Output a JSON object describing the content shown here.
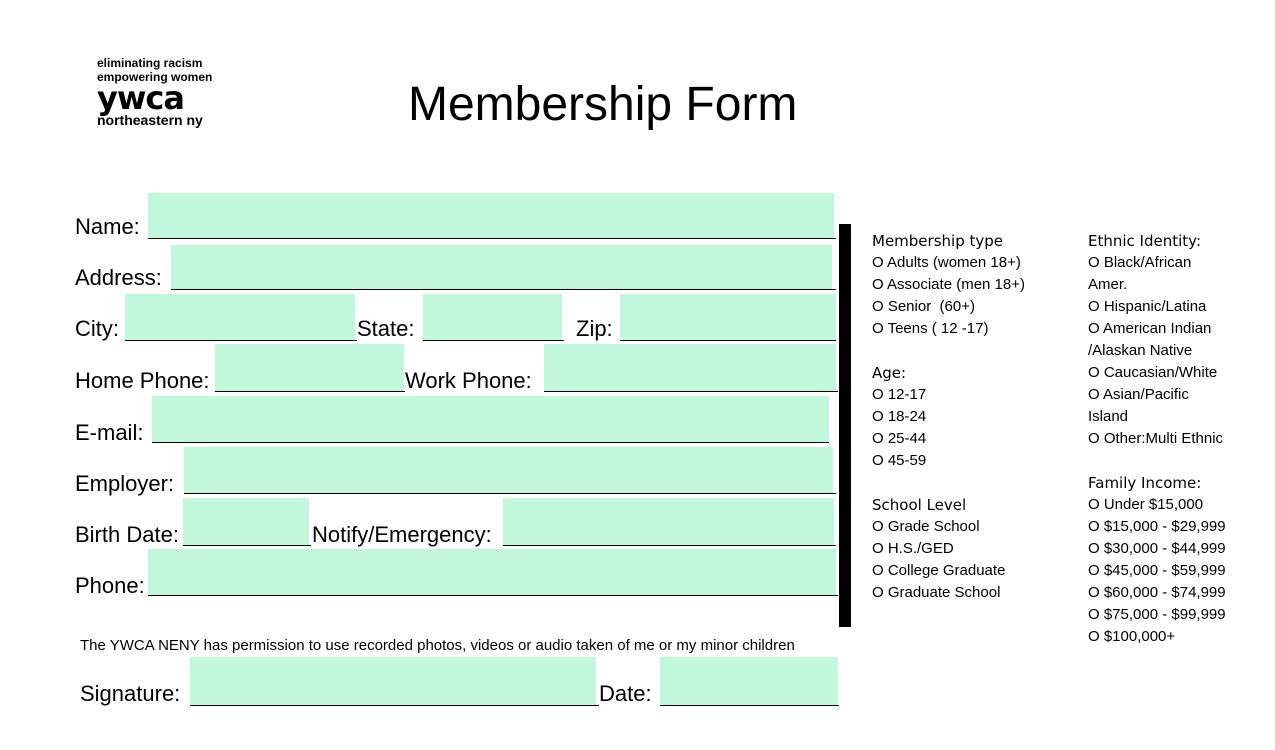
{
  "logo": {
    "tagline_1": "eliminating racism",
    "tagline_2": "empowering women",
    "brand": "ywca",
    "region": "northeastern ny"
  },
  "title": "Membership Form",
  "fields": {
    "name": {
      "label": "Name:",
      "value": ""
    },
    "address": {
      "label": "Address:",
      "value": ""
    },
    "city": {
      "label": "City:",
      "value": ""
    },
    "state": {
      "label": "State:",
      "value": ""
    },
    "zip": {
      "label": "Zip:",
      "value": ""
    },
    "home_phone": {
      "label": "Home Phone:",
      "value": ""
    },
    "work_phone": {
      "label": "Work Phone:",
      "value": ""
    },
    "email": {
      "label": "E-mail:",
      "value": ""
    },
    "employer": {
      "label": "Employer:",
      "value": ""
    },
    "birth_date": {
      "label": "Birth Date:",
      "value": ""
    },
    "notify": {
      "label": "Notify/Emergency:",
      "value": ""
    },
    "phone": {
      "label": "Phone:",
      "value": ""
    },
    "signature": {
      "label": "Signature:",
      "value": ""
    },
    "date": {
      "label": "Date:",
      "value": ""
    }
  },
  "permission_text": "The YWCA NENY has permission to use recorded photos, videos or audio taken of me or my minor children",
  "membership": {
    "heading": "Membership type",
    "options": [
      "O Adults (women 18+)",
      "O Associate (men 18+)",
      "O Senior  (60+)",
      "O Teens ( 12 -17)"
    ]
  },
  "age": {
    "heading": "Age:",
    "options": [
      "O 12-17",
      "O 18-24",
      "O 25-44",
      "O 45-59"
    ]
  },
  "school": {
    "heading": "School Level",
    "options": [
      "O Grade School",
      "O H.S./GED",
      "O College Graduate",
      "O Graduate School"
    ]
  },
  "ethnic": {
    "heading": "Ethnic Identity:",
    "options": [
      "O Black/African",
      "Amer.",
      "O Hispanic/Latina",
      "O American Indian",
      "/Alaskan Native",
      "O Caucasian/White",
      "O Asian/Pacific",
      "Island",
      "O Other:Multi Ethnic"
    ]
  },
  "income": {
    "heading": "Family Income:",
    "options": [
      "O Under $15,000",
      "O $15,000 - $29,999",
      "O $30,000 - $44,999",
      "O $45,000 - $59,999",
      "O $60,000 - $74,999",
      "O $75,000 - $99,999",
      "O $100,000+"
    ]
  }
}
